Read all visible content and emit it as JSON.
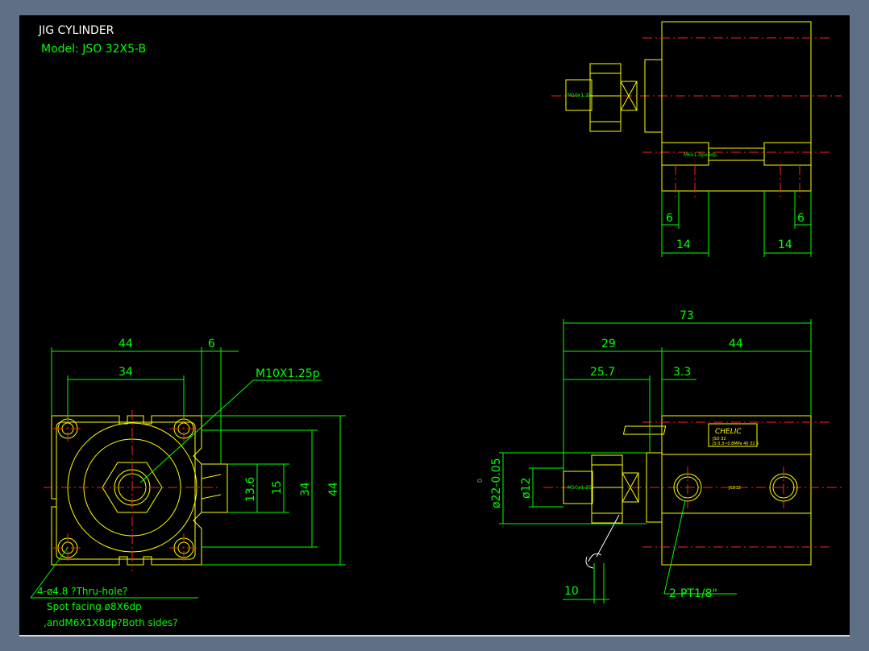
{
  "title": {
    "name": "JIG CYLINDER",
    "model": "Model:  JSO  32X5-B"
  },
  "colors": {
    "background": "#000000",
    "outline": "#ffff00",
    "dimension": "#00ff00",
    "centerline": "#ff2020",
    "title": "#ffffff"
  },
  "top_view": {
    "thread_label": "M10x1.25",
    "port_label": "M6x1.0px6dp.",
    "dims": {
      "d6_left": "6",
      "d6_right": "6",
      "d14_left": "14",
      "d14_right": "14"
    }
  },
  "front_view": {
    "dims": {
      "w44": "44",
      "w6": "6",
      "w34": "34",
      "h13_6": "13.6",
      "h15": "15",
      "h34": "34",
      "h44": "44"
    },
    "thread_callout": "M10X1.25p",
    "hole_note": {
      "line1": "4-ø4.8 ?Thru-hole?",
      "line2": "Spot facing  ø8X6dp",
      "line3": ",andM6X1X8dp?Both sides?"
    }
  },
  "side_view": {
    "dims": {
      "d73": "73",
      "d29": "29",
      "d44": "44",
      "d25_7": "25.7",
      "d3_3": "3.3",
      "d12": "ø12",
      "d22": "ø22-0.05",
      "d22_tol_top": "0",
      "d10": "10"
    },
    "port_callout": "2-PT1/8\"",
    "brand": "CHELIC",
    "nameplate_line1": "JSO 32",
    "nameplate_line2": "JS 0.3~0.8MPa  40  32 5",
    "body_label": "JSO32",
    "thread_label": "M10x1.25"
  }
}
